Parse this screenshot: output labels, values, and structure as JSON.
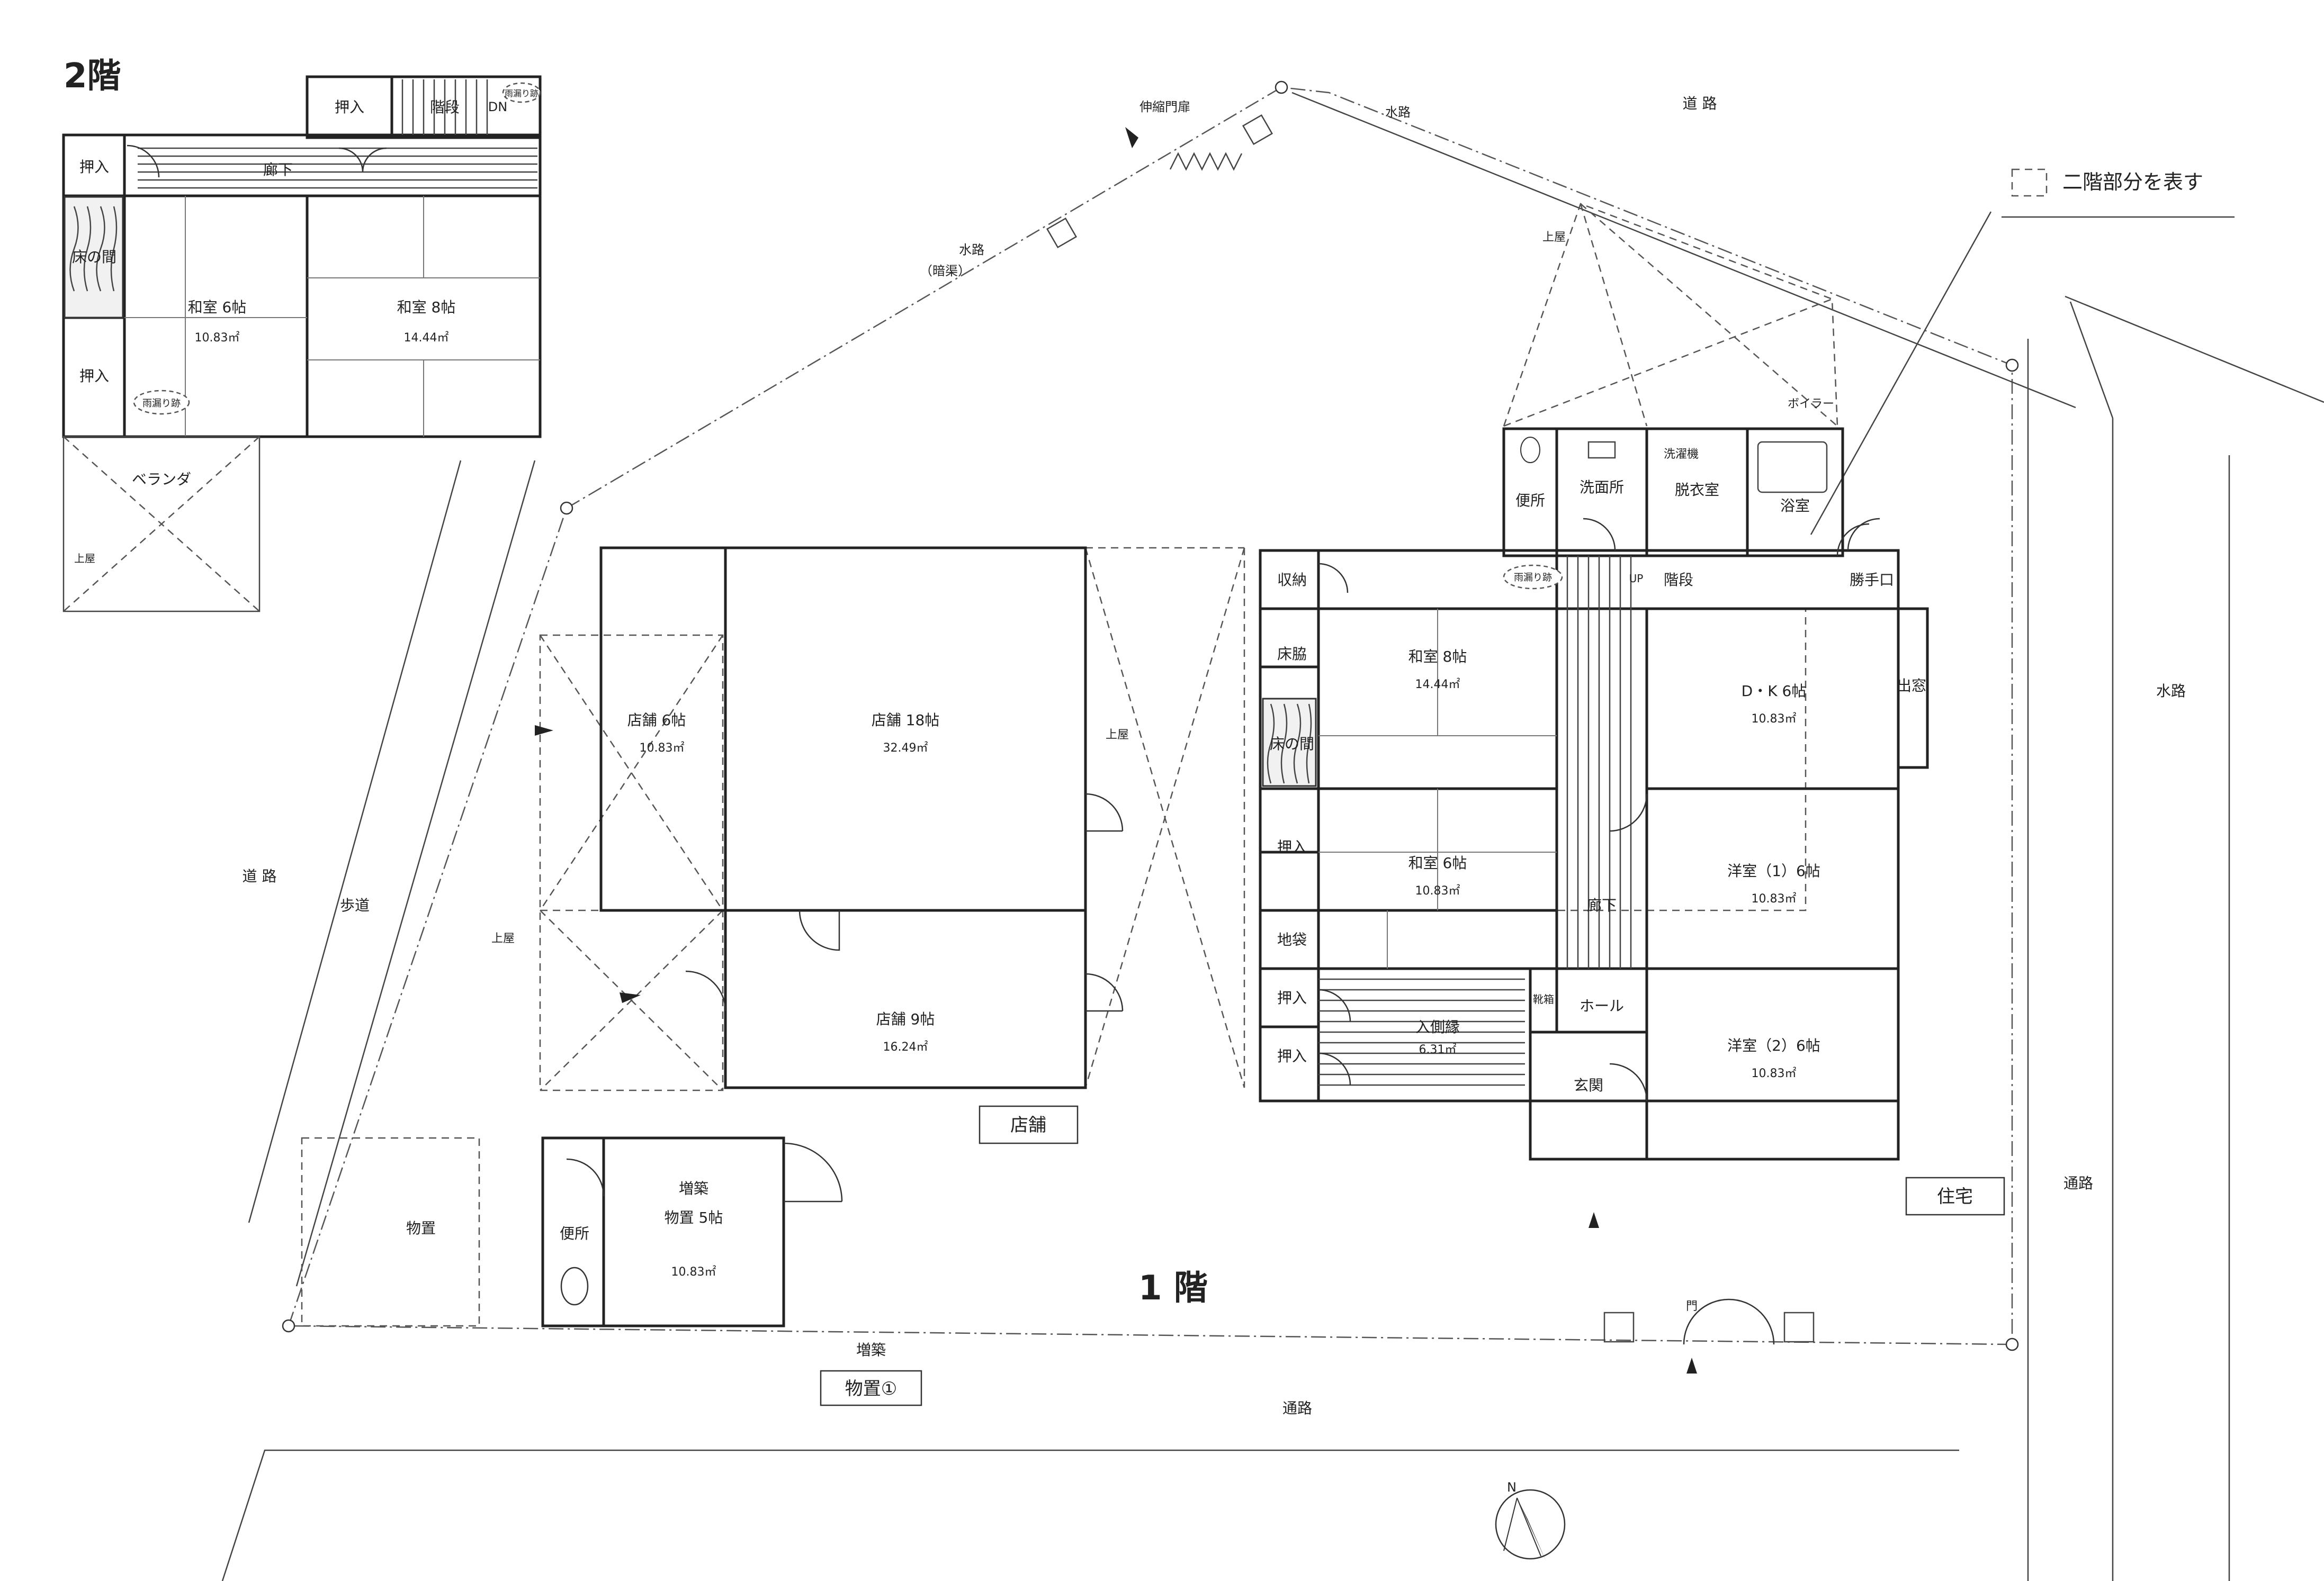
{
  "floor2": {
    "title": "2階",
    "rooms": {
      "oshiire_top": "押入",
      "kaidan": "階段",
      "dn": "DN",
      "amamori1": "雨漏り跡",
      "oshiire_left1": "押入",
      "rouka": "廊下",
      "tokonoma": "床の間",
      "washitsu6_name": "和室 6帖",
      "washitsu6_area": "10.83㎡",
      "washitsu8_name": "和室 8帖",
      "washitsu8_area": "14.44㎡",
      "oshiire_left2": "押入",
      "amamori2": "雨漏り跡",
      "veranda": "ベランダ",
      "uwaya": "上屋"
    }
  },
  "floor1": {
    "title": "1 階",
    "shop": {
      "label": "店舗",
      "shop6_name": "店舗 6帖",
      "shop6_area": "10.83㎡",
      "shop18_name": "店舗 18帖",
      "shop18_area": "32.49㎡",
      "shop9_name": "店舗 9帖",
      "shop9_area": "16.24㎡",
      "uwaya_right": "上屋",
      "uwaya_left": "上屋"
    },
    "annex": {
      "label": "物置①",
      "zouchiku": "増築",
      "monooki_name": "物置 5帖",
      "monooki_area": "10.83㎡",
      "benjo": "便所",
      "zouchiku_bottom": "増築",
      "monooki_out": "物置"
    },
    "house": {
      "label": "住宅",
      "shuno": "収納",
      "tokowaki": "床脇",
      "tokonoma": "床の間",
      "oshiire1": "押入",
      "jibukuro": "地袋",
      "oshiire2": "押入",
      "oshiire3": "押入",
      "washitsu8_name": "和室 8帖",
      "washitsu8_area": "14.44㎡",
      "washitsu6_name": "和室 6帖",
      "washitsu6_area": "10.83㎡",
      "irigawa_name": "入側縁",
      "irigawa_area": "6.31㎡",
      "kutsubako": "靴箱",
      "hall": "ホール",
      "rouka": "廊下",
      "genkan": "玄関",
      "up": "UP",
      "kaidan": "階段",
      "amamori": "雨漏り跡",
      "benjo": "便所",
      "senmen": "洗面所",
      "datsui": "脱衣室",
      "sentakuki": "洗濯機",
      "yokushitsu": "浴室",
      "boiler": "ボイラー",
      "katteguchi": "勝手口",
      "dk_name": "D・K 6帖",
      "dk_area": "10.83㎡",
      "demado": "出窓",
      "youshitsu1_name": "洋室（1）6帖",
      "youshitsu1_area": "10.83㎡",
      "youshitsu2_name": "洋室（2）6帖",
      "youshitsu2_area": "10.83㎡",
      "uwaya": "上屋",
      "mon": "門"
    }
  },
  "site": {
    "road_top": "道 路",
    "road_left": "道 路",
    "hodo": "歩道",
    "suiro_top": "水路",
    "suiro_diag": "水路",
    "ankyo": "（暗渠）",
    "shinshuku": "伸縮門扉",
    "suiro_right": "水路",
    "tsuro_right": "通路",
    "tsuro_bottom": "通路",
    "north": "N"
  },
  "legend": {
    "text": "二階部分を表す"
  }
}
